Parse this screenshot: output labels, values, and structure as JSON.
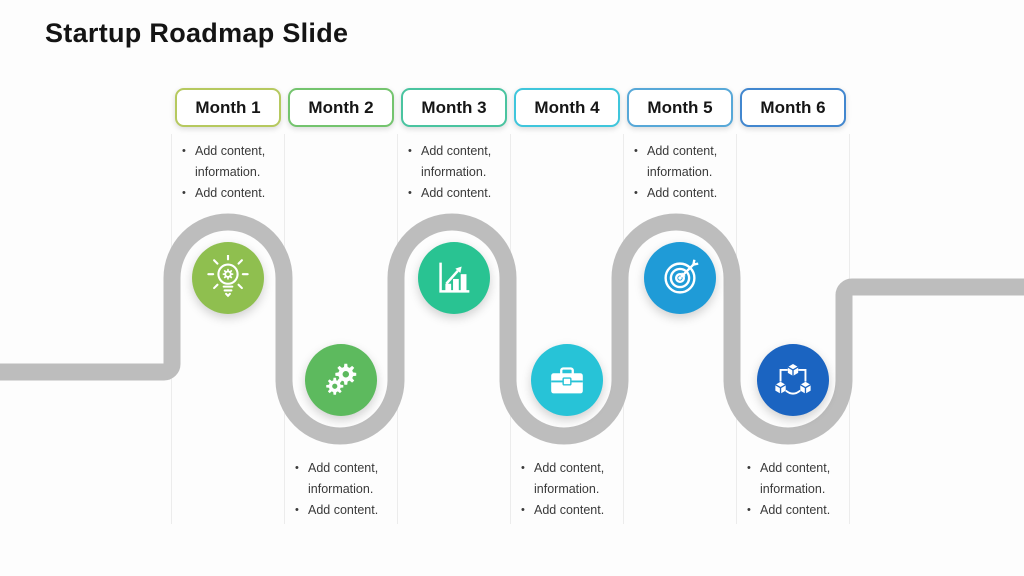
{
  "title": "Startup Roadmap Slide",
  "background_color": "#fdfdfd",
  "road_color": "#bdbdbd",
  "divider_color": "#ececec",
  "title_color": "#141414",
  "text_color": "#3a3a3a",
  "months": [
    {
      "label": "Month 1",
      "text_position": "top",
      "border_color": "#b6c95f",
      "circle_color": "#8fbf4f",
      "icon": "lightbulb-gear-icon",
      "bullets": [
        "Add content, information.",
        "Add content."
      ]
    },
    {
      "label": "Month 2",
      "text_position": "bottom",
      "border_color": "#74c46e",
      "circle_color": "#5dba5e",
      "icon": "gears-icon",
      "bullets": [
        "Add content, information.",
        "Add content."
      ]
    },
    {
      "label": "Month 3",
      "text_position": "top",
      "border_color": "#4ac4a0",
      "circle_color": "#29c392",
      "icon": "bar-chart-growth-icon",
      "bullets": [
        "Add content, information.",
        "Add content."
      ]
    },
    {
      "label": "Month 4",
      "text_position": "bottom",
      "border_color": "#3fc6dc",
      "circle_color": "#27c3d7",
      "icon": "briefcase-icon",
      "bullets": [
        "Add content, information.",
        "Add content."
      ]
    },
    {
      "label": "Month 5",
      "text_position": "top",
      "border_color": "#57a8d8",
      "circle_color": "#1f9bd7",
      "icon": "target-arrow-icon",
      "bullets": [
        "Add content, information.",
        "Add content."
      ]
    },
    {
      "label": "Month 6",
      "text_position": "bottom",
      "border_color": "#4287cf",
      "circle_color": "#1b64c1",
      "icon": "cubes-network-icon",
      "bullets": [
        "Add content, information.",
        "Add content."
      ]
    }
  ]
}
